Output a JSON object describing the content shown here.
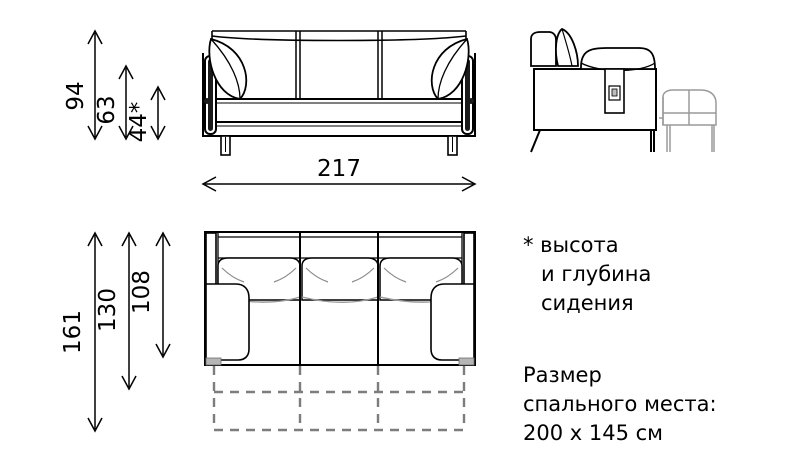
{
  "drawing": {
    "title": "Sofa technical dimension drawing",
    "units": "cm",
    "line_color": "#000000",
    "dashed_color": "#7d7d7d",
    "light_color": "#9a9a9a",
    "background": "#ffffff"
  },
  "dimensions": {
    "front_height_total": "94",
    "front_height_back": "63",
    "front_height_seat": "44*",
    "front_width": "217",
    "plan_depth_total": "161",
    "plan_depth_mid": "130",
    "plan_depth_seat": "108"
  },
  "notes": {
    "footnote": {
      "line1": "* высота",
      "line2": "и глубина",
      "line3": "сидения"
    },
    "bed_size": {
      "line1": "Размер",
      "line2": "спального места:",
      "line3": "200 x 145 см"
    }
  },
  "views": {
    "front": "front-elevation-sofa",
    "side": "side-elevation-sofa",
    "plan": "top-plan-sofa"
  }
}
